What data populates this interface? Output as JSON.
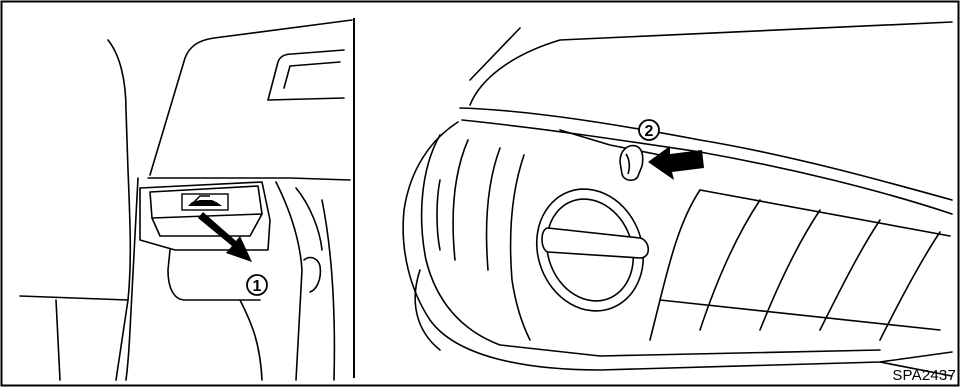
{
  "figure_code": "SPA2437",
  "callouts": {
    "step1": "1",
    "step2": "2"
  },
  "colors": {
    "line": "#000000",
    "background": "#ffffff"
  },
  "icons": {
    "hood_release_symbol": "car-hood-open-icon",
    "arrow_pull": "arrow-down-right-icon",
    "arrow_push": "arrow-left-icon"
  }
}
